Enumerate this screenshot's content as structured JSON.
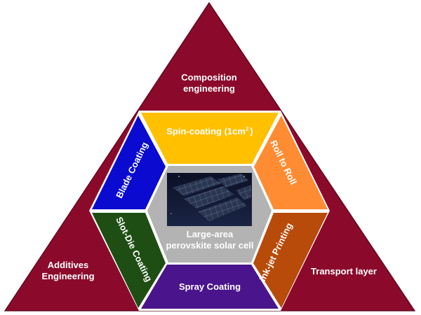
{
  "corners": {
    "top": {
      "line1": "Composition",
      "line2": "engineering"
    },
    "left": {
      "line1": "Additives",
      "line2": "Engineering"
    },
    "right": {
      "line1": "Transport layer"
    }
  },
  "segments": {
    "top": {
      "label": "Spin-coating (1cm",
      "sup": "2",
      "tail": ")"
    },
    "upper_right": {
      "label": "Roll to Roll"
    },
    "lower_right": {
      "label": "Ink-jet Printing"
    },
    "bottom": {
      "label": "Spray Coating"
    },
    "lower_left": {
      "label": "Slot-Die Coating"
    },
    "upper_left": {
      "label": "Blade Coating"
    }
  },
  "center": {
    "line1": "Large-area",
    "line2": "perovskite solar cell"
  },
  "colors": {
    "triangle": "#8b0a2b",
    "hexagon_center": "#b3b3b3",
    "top": "#ffc000",
    "upper_right": "#ff8c33",
    "lower_right": "#b84a0a",
    "bottom": "#4a148c",
    "lower_left": "#1f4e14",
    "upper_left": "#0a0ad0"
  },
  "center_image": "solar-panel-photo"
}
